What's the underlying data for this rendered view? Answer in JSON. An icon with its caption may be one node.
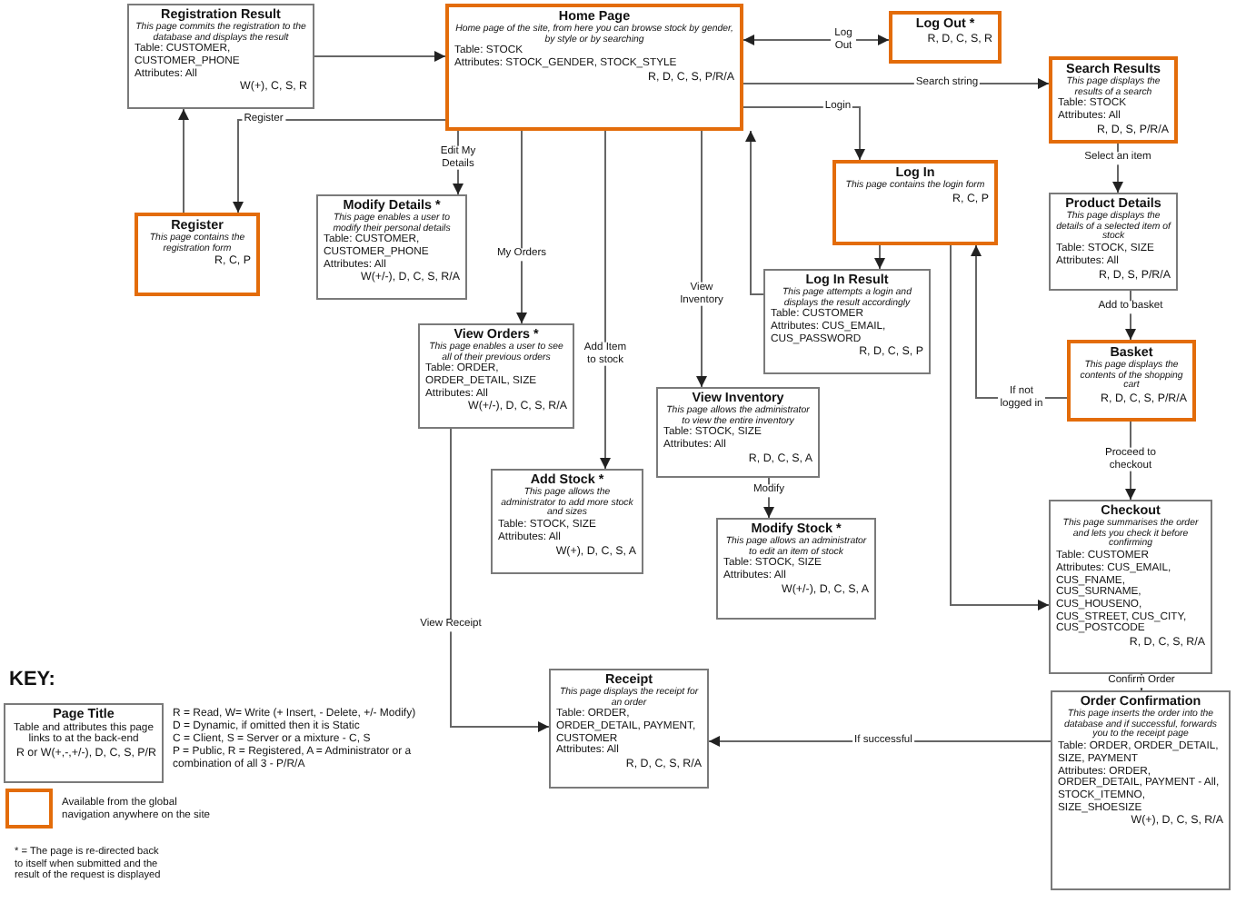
{
  "diagram": {
    "nodes": [
      {
        "text": [
          "Registration Result",
          "This page commits the registration to the database and displays the result",
          "Table: CUSTOMER, CUSTOMER_PHONE",
          "Attributes: All",
          "W(+), C, S, R"
        ]
      },
      {
        "text": [
          "Home Page",
          "Home page of the site, from here you can browse stock by gender, by style or by searching",
          "Table: STOCK",
          "Attributes: STOCK_GENDER, STOCK_STYLE",
          "R, D, C, S, P/R/A"
        ]
      },
      {
        "text": [
          "Log Out *",
          "R, D, C, S, R"
        ]
      },
      {
        "text": [
          "Search Results",
          "This page displays the results of a search",
          "Table: STOCK",
          "Attributes: All",
          "R, D, S, P/R/A"
        ]
      },
      {
        "text": [
          "Register",
          "This page contains the registration form",
          "R, C, P"
        ]
      },
      {
        "text": [
          "Modify Details *",
          "This page enables a user to modify their personal details",
          "Table: CUSTOMER, CUSTOMER_PHONE",
          "Attributes: All",
          "W(+/-), D, C, S, R/A"
        ]
      },
      {
        "text": [
          "Log In",
          "This page contains the login form",
          "R, C, P"
        ]
      },
      {
        "text": [
          "Product Details",
          "This page displays the details of a selected item of stock",
          "Table: STOCK, SIZE",
          "Attributes: All",
          "R, D, S, P/R/A"
        ]
      },
      {
        "text": [
          "Log In Result",
          "This page attempts a login and displays the result accordingly",
          "Table: CUSTOMER",
          "Attributes: CUS_EMAIL, CUS_PASSWORD",
          "R, D, C, S, P"
        ]
      },
      {
        "text": [
          "View Orders *",
          "This page enables a user to see all of their previous orders",
          "Table: ORDER, ORDER_DETAIL, SIZE",
          "Attributes: All",
          "W(+/-), D, C, S, R/A"
        ]
      },
      {
        "text": [
          "Basket",
          "This page displays the contents of the shopping cart",
          "R, D, C, S, P/R/A"
        ]
      },
      {
        "text": [
          "View Inventory",
          "This page allows the administrator to view the entire inventory",
          "Table: STOCK, SIZE",
          "Attributes: All",
          "R, D, C, S, A"
        ]
      },
      {
        "text": [
          "Add Stock *",
          "This page allows the administrator to add more stock and sizes",
          "Table: STOCK, SIZE",
          "Attributes: All",
          "W(+), D, C, S, A"
        ]
      },
      {
        "text": [
          "Modify Stock *",
          "This page allows an administrator to edit an item of stock",
          "Table: STOCK, SIZE",
          "Attributes: All",
          "W(+/-), D, C, S, A"
        ]
      },
      {
        "text": [
          "Checkout",
          "This page summarises the order and lets you check it before confirming",
          "Table: CUSTOMER",
          "Attributes: CUS_EMAIL, CUS_FNAME, CUS_SURNAME, CUS_HOUSENO, CUS_STREET, CUS_CITY, CUS_POSTCODE",
          "R, D, C, S, R/A"
        ]
      },
      {
        "text": [
          "Receipt",
          "This page displays the receipt for an order",
          "Table: ORDER, ORDER_DETAIL, PAYMENT, CUSTOMER",
          "Attributes: All",
          "R, D, C, S, R/A"
        ]
      },
      {
        "text": [
          "Order Confirmation",
          "This page inserts the order into the database and if successful, forwards you to the receipt page",
          "Table: ORDER, ORDER_DETAIL, SIZE, PAYMENT",
          "Attributes: ORDER, ORDER_DETAIL, PAYMENT - All, STOCK_ITEMNO, SIZE_SHOESIZE",
          "W(+), D, C, S, R/A"
        ]
      },
      {
        "text": [
          "Page Title",
          "Table and attributes this page links to at the back-end",
          "R or W(+,-,+/-), D, C, S, P/R"
        ]
      }
    ],
    "edges": [
      {
        "from": 0,
        "to": 1,
        "arrow": "to"
      },
      {
        "from": 1,
        "to": 4,
        "arrow": "to",
        "label": "Register"
      },
      {
        "from": 4,
        "to": 0,
        "arrow": "to"
      },
      {
        "from": 1,
        "to": 2,
        "arrow": "both",
        "label": "Log Out"
      },
      {
        "from": 1,
        "to": 3,
        "arrow": "to",
        "label": "Search string"
      },
      {
        "from": 1,
        "to": 6,
        "arrow": "to",
        "label": "Login"
      },
      {
        "from": 6,
        "to": 8,
        "arrow": "to"
      },
      {
        "from": 8,
        "to": 1,
        "arrow": "to"
      },
      {
        "from": 1,
        "to": 5,
        "arrow": "to",
        "label": "Edit My Details"
      },
      {
        "from": 1,
        "to": 9,
        "arrow": "to",
        "label": "My Orders"
      },
      {
        "from": 1,
        "to": 12,
        "arrow": "to",
        "label": "Add Item to stock"
      },
      {
        "from": 1,
        "to": 11,
        "arrow": "to",
        "label": "View Inventory"
      },
      {
        "from": 11,
        "to": 13,
        "arrow": "to",
        "label": "Modify"
      },
      {
        "from": 9,
        "to": 15,
        "arrow": "to",
        "label": "View Receipt"
      },
      {
        "from": 3,
        "to": 7,
        "arrow": "to",
        "label": "Select an item"
      },
      {
        "from": 7,
        "to": 10,
        "arrow": "to",
        "label": "Add to basket"
      },
      {
        "from": 10,
        "to": 6,
        "arrow": "to",
        "label": "If not logged in"
      },
      {
        "from": 10,
        "to": 14,
        "arrow": "to",
        "label": "Proceed to checkout"
      },
      {
        "from": 6,
        "to": 14,
        "arrow": "to"
      },
      {
        "from": 14,
        "to": 16,
        "arrow": "to",
        "label": "Confirm Order"
      },
      {
        "from": 16,
        "to": 15,
        "arrow": "to",
        "label": "If successful"
      }
    ],
    "labels": [
      "KEY:",
      "R = Read, W= Write (+ Insert, - Delete, +/- Modify)",
      "D = Dynamic, if omitted then it is Static",
      "C = Client, S = Server or a mixture - C, S",
      "P = Public, R = Registered, A = Administrator or a combination of all 3 - P/R/A",
      "* = The page is re-directed back to itself when submitted and the result of the request is displayed"
    ],
    "legend": [
      {
        "text": "Available from the global navigation anywhere on the site"
      }
    ]
  }
}
